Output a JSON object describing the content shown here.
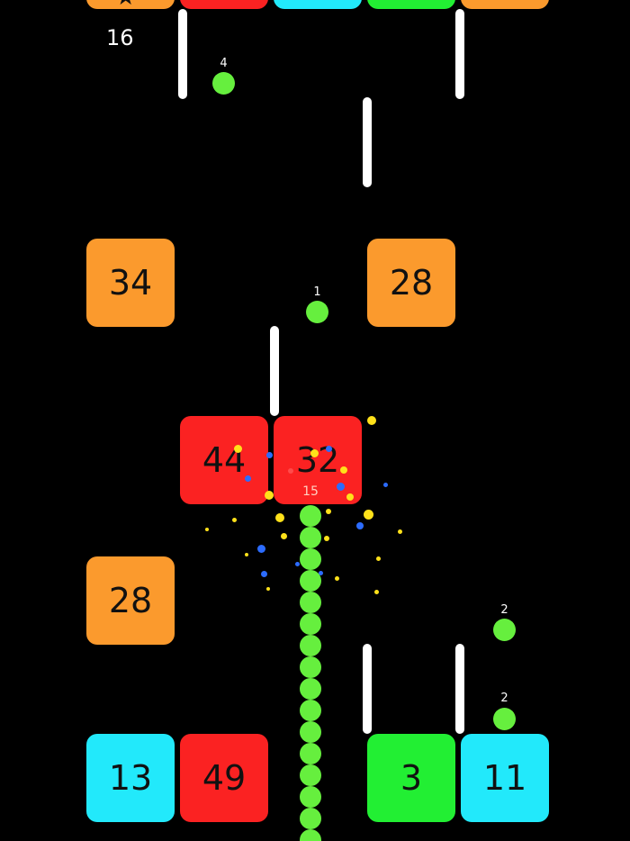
{
  "score": "16",
  "snake_count": "15",
  "colors": {
    "orange": "#fb9a2d",
    "red": "#fb2222",
    "cyan": "#22e9fb",
    "green": "#22ef33",
    "snake": "#66ef3e"
  },
  "blocks": [
    {
      "value": "",
      "color": "#fb9a2d",
      "col": 0,
      "row": "top"
    },
    {
      "value": "",
      "color": "#fb2222",
      "col": 1,
      "row": "top"
    },
    {
      "value": "",
      "color": "#22e9fb",
      "col": 2,
      "row": "top"
    },
    {
      "value": "",
      "color": "#22ef33",
      "col": 3,
      "row": "top"
    },
    {
      "value": "",
      "color": "#fb9a2d",
      "col": 4,
      "row": "top"
    },
    {
      "value": "34",
      "color": "#fb9a2d",
      "col": 0,
      "row": "r1"
    },
    {
      "value": "28",
      "color": "#fb9a2d",
      "col": 3,
      "row": "r1"
    },
    {
      "value": "44",
      "color": "#fb2222",
      "col": 1,
      "row": "r2"
    },
    {
      "value": "32",
      "color": "#fb2222",
      "col": 2,
      "row": "r2"
    },
    {
      "value": "28",
      "color": "#fb9a2d",
      "col": 0,
      "row": "r3"
    },
    {
      "value": "13",
      "color": "#22e9fb",
      "col": 0,
      "row": "r4"
    },
    {
      "value": "49",
      "color": "#fb2222",
      "col": 1,
      "row": "r4"
    },
    {
      "value": "3",
      "color": "#22ef33",
      "col": 3,
      "row": "r4"
    },
    {
      "value": "11",
      "color": "#22e9fb",
      "col": 4,
      "row": "r4"
    }
  ],
  "pickups": [
    {
      "value": "4"
    },
    {
      "value": "1"
    },
    {
      "value": "2"
    },
    {
      "value": "2"
    }
  ],
  "icons": {
    "top_left_block": "star-icon"
  }
}
